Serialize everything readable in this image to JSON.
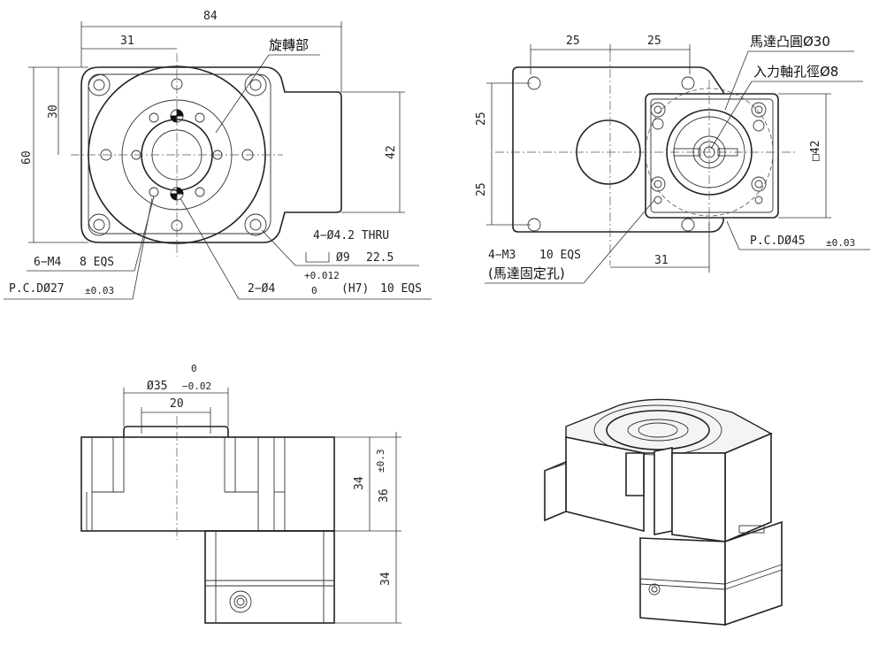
{
  "top_view": {
    "dim_width": "84",
    "dim_offset": "31",
    "dim_height": "60",
    "dim_half_height": "30",
    "dim_plate_height": "42",
    "label_rotating_part": "旋轉部",
    "note_thru_holes": "4−Ø4.2 THRU",
    "note_counterbore": "Ø9",
    "note_counterbore_depth": "22.5",
    "note_tapped_holes": "6−M4",
    "note_tapped_depth": "8 EQS",
    "note_pcd": "P.C.DØ27",
    "note_pcd_tol": "±0.03",
    "note_pin_holes": "2−Ø4",
    "note_pin_tol_upper": "+0.012",
    "note_pin_tol_lower": "0",
    "note_pin_fit": "(H7)",
    "note_pin_depth": "10 EQS"
  },
  "right_view": {
    "dim_left_25": "25",
    "dim_right_25": "25",
    "dim_upper_25": "25",
    "dim_lower_25": "25",
    "dim_square": "□42",
    "dim_offset_31": "31",
    "label_motor_boss": "馬達凸圓Ø30",
    "label_input_bore": "入力軸孔徑Ø8",
    "note_pcd": "P.C.DØ45",
    "note_pcd_tol": "±0.03",
    "note_motor_holes": "4−M3",
    "note_motor_depth": "10 EQS",
    "note_motor_holes_desc": "(馬達固定孔)"
  },
  "front_view": {
    "dim_boss_dia": "Ø35",
    "dim_boss_tol_upper": "0",
    "dim_boss_tol_lower": "−0.02",
    "dim_boss_inner": "20",
    "dim_body_34": "34",
    "dim_body_36": "36",
    "dim_body_36_tol": "±0.3",
    "dim_motor_34": "34"
  }
}
